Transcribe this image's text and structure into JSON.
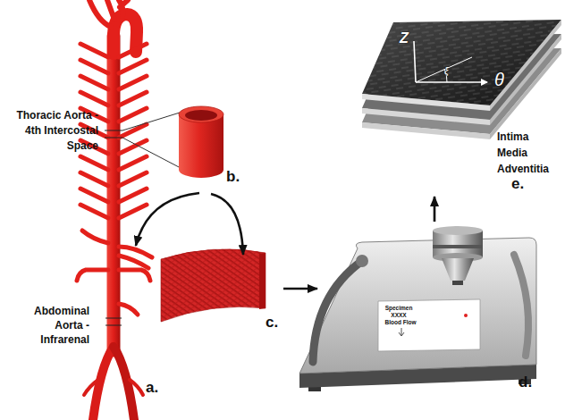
{
  "diagram": {
    "nodes": [
      {
        "text": [
          "b."
        ]
      },
      {
        "text": [
          "c."
        ]
      },
      {
        "text": [
          "d."
        ]
      },
      {
        "text": [
          "Specimen XXXX",
          "Blood Flow"
        ],
        "in": 2
      },
      {
        "text": [
          "Intima",
          "Media",
          "Adventitia",
          "e."
        ]
      }
    ],
    "edges": [
      {
        "from": 0,
        "to": 1,
        "arrow": "to"
      },
      {
        "from": 1,
        "to": 2,
        "arrow": "to"
      },
      {
        "from": 2,
        "to": 4,
        "arrow": "to"
      }
    ],
    "labels": [
      "Thoracic Aorta - 4th Intercostal Space",
      "Abdominal Aorta - Infrarenal",
      "a.",
      "Z",
      "ξ",
      "θ"
    ]
  }
}
